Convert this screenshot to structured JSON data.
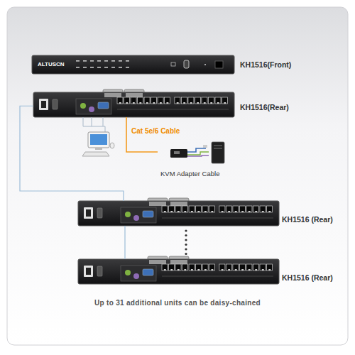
{
  "diagram": {
    "caption": "Up to 31 additional units can be daisy-chained",
    "nodes": [
      {
        "text": [
          "ALTUSCN",
          "KH1516(Front)"
        ]
      },
      {
        "text": [
          "KH1516(Rear)"
        ]
      },
      {
        "text": [
          "KVM Adapter Cable"
        ]
      },
      {
        "text": [
          "KH1516 (Rear)"
        ]
      },
      {
        "text": [
          "KH1516 (Rear)"
        ]
      }
    ],
    "edges": [
      {
        "from": 1,
        "to": 3,
        "arrow": "none"
      },
      {
        "from": 1,
        "to": 2,
        "label": "Cat 5e/6 Cable",
        "arrow": "none"
      },
      {
        "from": 3,
        "to": 4,
        "arrow": "none"
      }
    ]
  }
}
